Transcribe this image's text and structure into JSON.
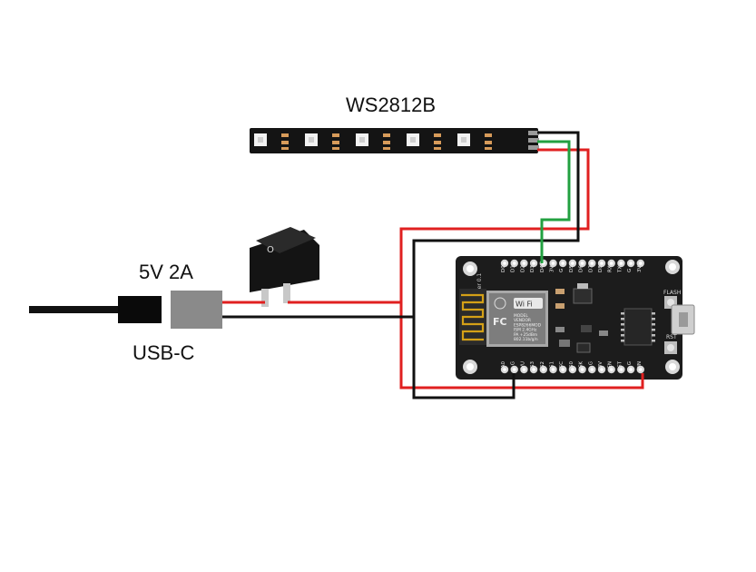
{
  "labels": {
    "led_strip": "WS2812B",
    "power_spec": "5V 2A",
    "connector": "USB-C"
  },
  "board": {
    "version_text": "Ver 0.1",
    "top_pins": [
      "D0",
      "D1",
      "D2",
      "D3",
      "D4",
      "3V",
      "G",
      "D5",
      "D6",
      "D7",
      "D8",
      "RX",
      "TX",
      "G",
      "3V"
    ],
    "bottom_pins": [
      "A0",
      "G",
      "VU",
      "S3",
      "S2",
      "S1",
      "SC",
      "S0",
      "SK",
      "G",
      "3V",
      "EN",
      "RST",
      "G",
      "VIN"
    ],
    "flash_label": "FLASH",
    "rst_label": "RST",
    "module_badge": "Wi Fi",
    "module_lines": [
      "MODEL",
      "VENDOR",
      "ESP8266MOD",
      "ISM 2.4GHz",
      "PA +25dBm",
      "802.11b/g/n"
    ],
    "fcc_mark": "FC"
  },
  "switch": {
    "mark_off": "O"
  },
  "colors": {
    "wire_positive": "#e02020",
    "wire_ground": "#111111",
    "wire_data": "#22a040",
    "board": "#1c1c1c",
    "connector": "#8a8a8a"
  }
}
